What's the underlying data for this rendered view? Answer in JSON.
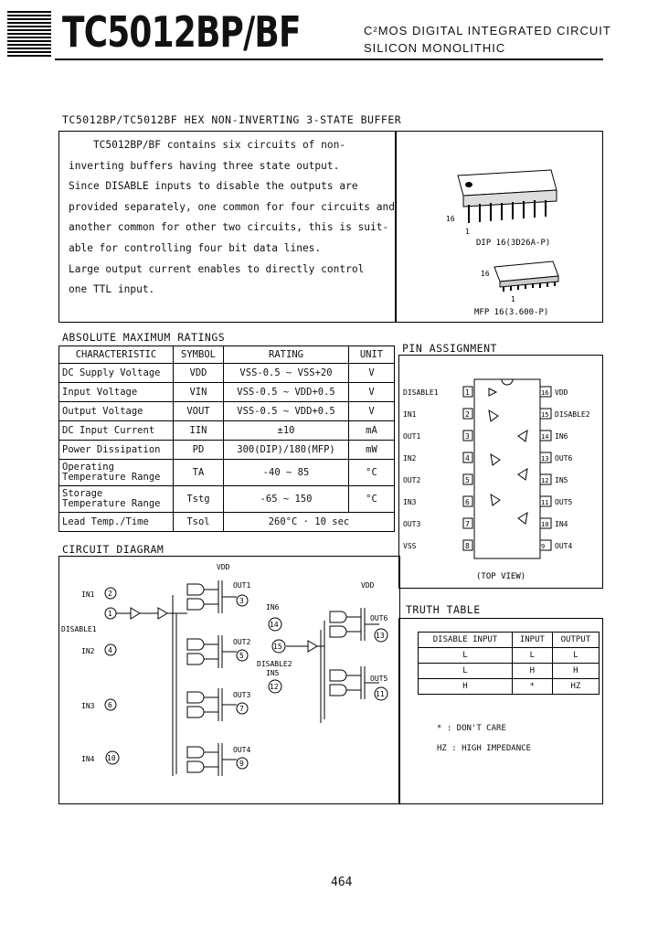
{
  "header": {
    "part_number": "TC5012BP/BF",
    "subtitle_line1": "C²MOS DIGITAL INTEGRATED CIRCUIT",
    "subtitle_line2": "SILICON MONOLITHIC"
  },
  "section_title": "TC5012BP/TC5012BF HEX NON-INVERTING 3-STATE BUFFER",
  "description": [
    "    TC5012BP/BF contains six circuits of non-",
    "inverting buffers having three state output.",
    "Since DISABLE inputs to disable the outputs are",
    "provided separately, one common for four circuits and",
    "another common for other two circuits, this is suit-",
    "able for controlling four bit data lines.",
    "Large output current enables to directly control",
    "one TTL input."
  ],
  "packages": {
    "dip_pin": "16",
    "dip_pin_1": "1",
    "dip_label": "DIP 16(3D26A-P)",
    "mfp_pin": "16",
    "mfp_pin_1": "1",
    "mfp_label": "MFP 16(3.600-P)"
  },
  "ratings": {
    "title": "ABSOLUTE MAXIMUM RATINGS",
    "headers": [
      "CHARACTERISTIC",
      "SYMBOL",
      "RATING",
      "UNIT"
    ],
    "rows": [
      [
        "DC Supply Voltage",
        "VDD",
        "VSS-0.5 ~ VSS+20",
        "V"
      ],
      [
        "Input Voltage",
        "VIN",
        "VSS-0.5 ~ VDD+0.5",
        "V"
      ],
      [
        "Output Voltage",
        "VOUT",
        "VSS-0.5 ~ VDD+0.5",
        "V"
      ],
      [
        "DC Input Current",
        "IIN",
        "±10",
        "mA"
      ],
      [
        "Power Dissipation",
        "PD",
        "300(DIP)/180(MFP)",
        "mW"
      ],
      [
        "Operating Temperature Range",
        "TA",
        "-40 ~ 85",
        "°C"
      ],
      [
        "Storage Temperature Range",
        "Tstg",
        "-65 ~ 150",
        "°C"
      ],
      [
        "Lead Temp./Time",
        "Tsol",
        "260°C · 10 sec",
        ""
      ]
    ]
  },
  "pin_assignment": {
    "title": "PIN ASSIGNMENT",
    "left": [
      "DISABLE1",
      "IN1",
      "OUT1",
      "IN2",
      "OUT2",
      "IN3",
      "OUT3",
      "VSS"
    ],
    "left_nums": [
      "1",
      "2",
      "3",
      "4",
      "5",
      "6",
      "7",
      "8"
    ],
    "right": [
      "VDD",
      "DISABLE2",
      "IN6",
      "OUT6",
      "IN5",
      "OUT5",
      "IN4",
      "OUT4"
    ],
    "right_nums": [
      "16",
      "15",
      "14",
      "13",
      "12",
      "11",
      "10",
      "9"
    ],
    "view": "(TOP VIEW)"
  },
  "circuit": {
    "title": "CIRCUIT DIAGRAM",
    "labels": {
      "in1": "IN1",
      "disable1": "DISABLE1",
      "in2": "IN2",
      "in3": "IN3",
      "in4": "IN4",
      "out1": "OUT1",
      "out2": "OUT2",
      "out3": "OUT3",
      "out4": "OUT4",
      "in5": "IN5",
      "in6": "IN6",
      "disable2": "DISABLE2",
      "out5": "OUT5",
      "out6": "OUT6",
      "vdd": "VDD"
    },
    "pins": {
      "in1": "2",
      "dis1": "1",
      "in2": "4",
      "in3": "6",
      "in4": "10",
      "out1": "3",
      "out2": "5",
      "out3": "7",
      "out4": "9",
      "in5": "12",
      "in6": "14",
      "dis2": "15",
      "out5": "11",
      "out6": "13"
    }
  },
  "truth_table": {
    "title": "TRUTH TABLE",
    "headers": [
      "DISABLE INPUT",
      "INPUT",
      "OUTPUT"
    ],
    "rows": [
      [
        "L",
        "L",
        "L"
      ],
      [
        "L",
        "H",
        "H"
      ],
      [
        "H",
        "*",
        "HZ"
      ]
    ],
    "note1": "* : DON'T CARE",
    "note2": "HZ : HIGH IMPEDANCE"
  },
  "page_number": "464"
}
